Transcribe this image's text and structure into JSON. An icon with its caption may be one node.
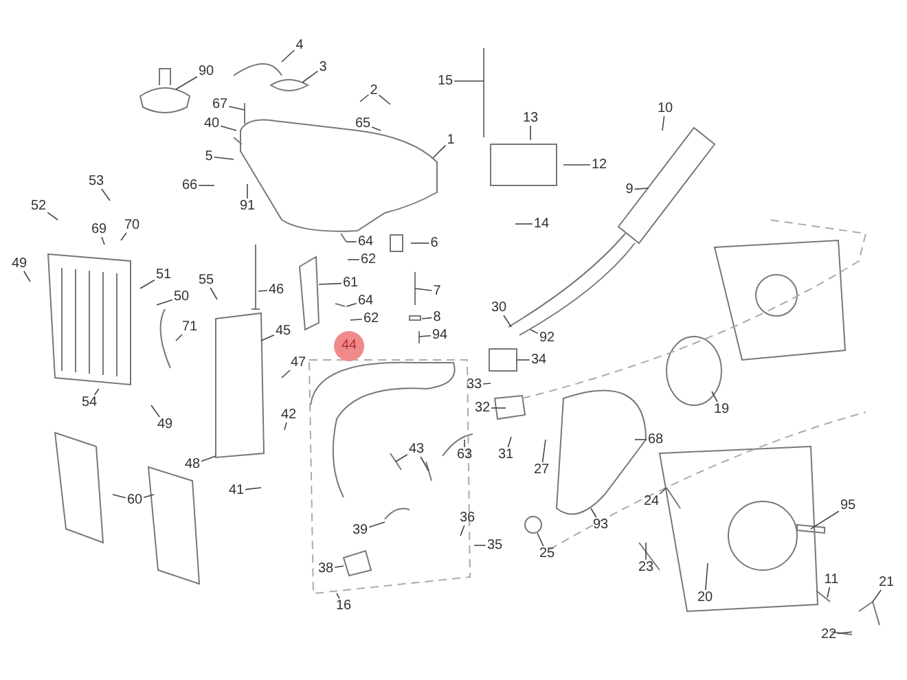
{
  "diagram": {
    "nodes": [
      {
        "text": [
          "4"
        ]
      },
      {
        "text": [
          "90"
        ]
      },
      {
        "text": [
          "3"
        ]
      },
      {
        "text": [
          "67"
        ]
      },
      {
        "text": [
          "40"
        ]
      },
      {
        "text": [
          "2"
        ]
      },
      {
        "text": [
          "65"
        ]
      },
      {
        "text": [
          "1"
        ]
      },
      {
        "text": [
          "5"
        ]
      },
      {
        "text": [
          "66"
        ]
      },
      {
        "text": [
          "91"
        ]
      },
      {
        "text": [
          "53"
        ]
      },
      {
        "text": [
          "52"
        ]
      },
      {
        "text": [
          "69"
        ]
      },
      {
        "text": [
          "70"
        ]
      },
      {
        "text": [
          "49"
        ]
      },
      {
        "text": [
          "51"
        ]
      },
      {
        "text": [
          "50"
        ]
      },
      {
        "text": [
          "55"
        ]
      },
      {
        "text": [
          "46"
        ]
      },
      {
        "text": [
          "61"
        ]
      },
      {
        "text": [
          "64"
        ]
      },
      {
        "text": [
          "62"
        ]
      },
      {
        "text": [
          "64"
        ]
      },
      {
        "text": [
          "62"
        ]
      },
      {
        "text": [
          "6"
        ]
      },
      {
        "text": [
          "7"
        ]
      },
      {
        "text": [
          "8"
        ]
      },
      {
        "text": [
          "94"
        ]
      },
      {
        "text": [
          "71"
        ]
      },
      {
        "text": [
          "45"
        ]
      },
      {
        "text": [
          "44"
        ]
      },
      {
        "text": [
          "54"
        ]
      },
      {
        "text": [
          "49"
        ]
      },
      {
        "text": [
          "47"
        ]
      },
      {
        "text": [
          "42"
        ]
      },
      {
        "text": [
          "48"
        ]
      },
      {
        "text": [
          "41"
        ]
      },
      {
        "text": [
          "60"
        ]
      },
      {
        "text": [
          "43"
        ]
      },
      {
        "text": [
          "39"
        ]
      },
      {
        "text": [
          "38"
        ]
      },
      {
        "text": [
          "16"
        ]
      },
      {
        "text": [
          "15"
        ]
      },
      {
        "text": [
          "13"
        ]
      },
      {
        "text": [
          "12"
        ]
      },
      {
        "text": [
          "14"
        ]
      },
      {
        "text": [
          "10"
        ]
      },
      {
        "text": [
          "9"
        ]
      },
      {
        "text": [
          "30"
        ]
      },
      {
        "text": [
          "92"
        ]
      },
      {
        "text": [
          "34"
        ]
      },
      {
        "text": [
          "33"
        ]
      },
      {
        "text": [
          "32"
        ]
      },
      {
        "text": [
          "63"
        ]
      },
      {
        "text": [
          "31"
        ]
      },
      {
        "text": [
          "27"
        ]
      },
      {
        "text": [
          "19"
        ]
      },
      {
        "text": [
          "68"
        ]
      },
      {
        "text": [
          "24"
        ]
      },
      {
        "text": [
          "93"
        ]
      },
      {
        "text": [
          "36"
        ]
      },
      {
        "text": [
          "35"
        ]
      },
      {
        "text": [
          "25"
        ]
      },
      {
        "text": [
          "23"
        ]
      },
      {
        "text": [
          "20"
        ]
      },
      {
        "text": [
          "95"
        ]
      },
      {
        "text": [
          "11"
        ]
      },
      {
        "text": [
          "21"
        ]
      },
      {
        "text": [
          "22"
        ]
      }
    ],
    "edges": [
      {
        "from": 0,
        "to": null,
        "arrow": "none"
      },
      {
        "from": 1,
        "to": null,
        "arrow": "none"
      },
      {
        "from": 2,
        "to": null,
        "arrow": "none"
      },
      {
        "from": 3,
        "to": null,
        "arrow": "none"
      },
      {
        "from": 4,
        "to": null,
        "arrow": "none"
      },
      {
        "from": 5,
        "to": null,
        "arrow": "none"
      },
      {
        "from": 5,
        "to": null,
        "arrow": "none"
      },
      {
        "from": 6,
        "to": null,
        "arrow": "none"
      },
      {
        "from": 7,
        "to": null,
        "arrow": "none"
      },
      {
        "from": 8,
        "to": null,
        "arrow": "none"
      },
      {
        "from": 9,
        "to": null,
        "arrow": "none"
      },
      {
        "from": 10,
        "to": null,
        "arrow": "none"
      },
      {
        "from": 11,
        "to": null,
        "arrow": "none"
      },
      {
        "from": 12,
        "to": null,
        "arrow": "none"
      },
      {
        "from": 13,
        "to": null,
        "arrow": "none"
      },
      {
        "from": 14,
        "to": null,
        "arrow": "none"
      },
      {
        "from": 15,
        "to": null,
        "arrow": "none"
      },
      {
        "from": 16,
        "to": null,
        "arrow": "none"
      },
      {
        "from": 17,
        "to": null,
        "arrow": "none"
      },
      {
        "from": 18,
        "to": null,
        "arrow": "none"
      },
      {
        "from": 19,
        "to": null,
        "arrow": "none"
      },
      {
        "from": 20,
        "to": null,
        "arrow": "none"
      },
      {
        "from": 21,
        "to": null,
        "arrow": "none"
      },
      {
        "from": 22,
        "to": null,
        "arrow": "none"
      },
      {
        "from": 23,
        "to": null,
        "arrow": "none"
      },
      {
        "from": 24,
        "to": null,
        "arrow": "none"
      },
      {
        "from": 25,
        "to": null,
        "arrow": "none"
      },
      {
        "from": 26,
        "to": null,
        "arrow": "none"
      },
      {
        "from": 27,
        "to": null,
        "arrow": "none"
      },
      {
        "from": 28,
        "to": null,
        "arrow": "none"
      },
      {
        "from": 29,
        "to": null,
        "arrow": "none"
      },
      {
        "from": 30,
        "to": null,
        "arrow": "none"
      },
      {
        "from": 32,
        "to": null,
        "arrow": "none"
      },
      {
        "from": 33,
        "to": null,
        "arrow": "none"
      },
      {
        "from": 34,
        "to": null,
        "arrow": "none"
      },
      {
        "from": 35,
        "to": null,
        "arrow": "none"
      },
      {
        "from": 36,
        "to": null,
        "arrow": "none"
      },
      {
        "from": 37,
        "to": null,
        "arrow": "none"
      },
      {
        "from": 38,
        "to": null,
        "arrow": "none"
      },
      {
        "from": 38,
        "to": null,
        "arrow": "none"
      },
      {
        "from": 39,
        "to": null,
        "arrow": "none"
      },
      {
        "from": 39,
        "to": null,
        "arrow": "none"
      },
      {
        "from": 40,
        "to": null,
        "arrow": "none"
      },
      {
        "from": 41,
        "to": null,
        "arrow": "none"
      },
      {
        "from": 42,
        "to": null,
        "arrow": "none"
      },
      {
        "from": 43,
        "to": null,
        "arrow": "none"
      },
      {
        "from": 44,
        "to": null,
        "arrow": "none"
      },
      {
        "from": 45,
        "to": null,
        "arrow": "none"
      },
      {
        "from": 46,
        "to": null,
        "arrow": "none"
      },
      {
        "from": 47,
        "to": null,
        "arrow": "none"
      },
      {
        "from": 48,
        "to": null,
        "arrow": "none"
      },
      {
        "from": 49,
        "to": null,
        "arrow": "none"
      },
      {
        "from": 50,
        "to": null,
        "arrow": "none"
      },
      {
        "from": 51,
        "to": null,
        "arrow": "none"
      },
      {
        "from": 52,
        "to": null,
        "arrow": "none"
      },
      {
        "from": 53,
        "to": null,
        "arrow": "none"
      },
      {
        "from": 54,
        "to": null,
        "arrow": "none"
      },
      {
        "from": 55,
        "to": null,
        "arrow": "none"
      },
      {
        "from": 56,
        "to": null,
        "arrow": "none"
      },
      {
        "from": 57,
        "to": null,
        "arrow": "none"
      },
      {
        "from": 58,
        "to": null,
        "arrow": "none"
      },
      {
        "from": 59,
        "to": null,
        "arrow": "none"
      },
      {
        "from": 60,
        "to": null,
        "arrow": "none"
      },
      {
        "from": 61,
        "to": null,
        "arrow": "none"
      },
      {
        "from": 62,
        "to": null,
        "arrow": "none"
      },
      {
        "from": 63,
        "to": null,
        "arrow": "none"
      },
      {
        "from": 64,
        "to": null,
        "arrow": "none"
      },
      {
        "from": 65,
        "to": null,
        "arrow": "none"
      },
      {
        "from": 66,
        "to": null,
        "arrow": "none"
      },
      {
        "from": 67,
        "to": null,
        "arrow": "none"
      },
      {
        "from": 68,
        "to": null,
        "arrow": "none"
      },
      {
        "from": 69,
        "to": null,
        "arrow": "none"
      }
    ]
  }
}
